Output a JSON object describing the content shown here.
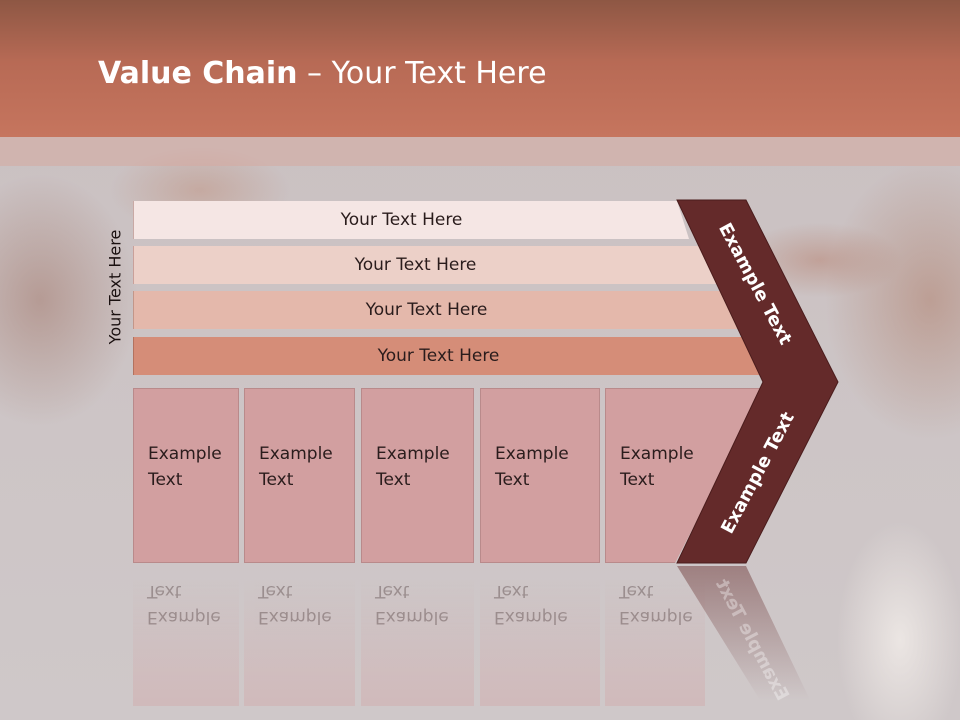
{
  "title": {
    "bold": "Value Chain",
    "rest": " – Your Text Here"
  },
  "side_label": "Your Text Here",
  "bars": [
    {
      "label": "Your Text Here"
    },
    {
      "label": "Your Text Here"
    },
    {
      "label": "Your Text Here"
    },
    {
      "label": "Your Text Here"
    }
  ],
  "columns": [
    {
      "line1": "Example",
      "line2": "Text"
    },
    {
      "line1": "Example",
      "line2": "Text"
    },
    {
      "line1": "Example",
      "line2": "Text"
    },
    {
      "line1": "Example",
      "line2": "Text"
    },
    {
      "line1": "Example",
      "line2": "Text"
    }
  ],
  "chevrons": {
    "top": "Example Text",
    "bottom": "Example Text"
  },
  "colors": {
    "header": "#c6755e",
    "bar1": "#f5e6e4",
    "bar2": "#ecd0c8",
    "bar3": "#e4b8ab",
    "bar4": "#d58d78",
    "column": "#d29fa0",
    "chevron": "#642a2a"
  }
}
